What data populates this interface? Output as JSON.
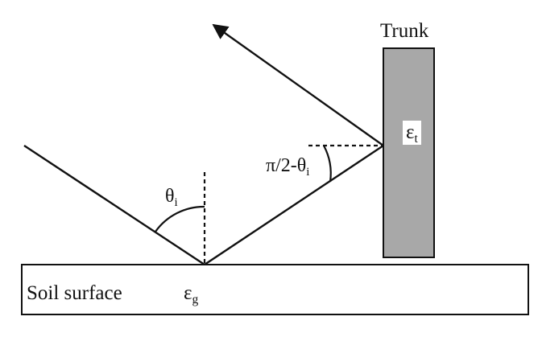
{
  "labels": {
    "soil_surface": "Soil surface",
    "trunk": "Trunk",
    "theta_symbol": "θ",
    "theta_subscript": "i",
    "complement_prefix": "π/2-θ",
    "complement_subscript": "i",
    "epsilon_t_symbol": "ε",
    "epsilon_t_subscript": "t",
    "epsilon_g_symbol": "ε",
    "epsilon_g_subscript": "g"
  },
  "colors": {
    "stroke": "#111111",
    "trunk_fill": "#a8a8a8",
    "background": "#ffffff"
  }
}
